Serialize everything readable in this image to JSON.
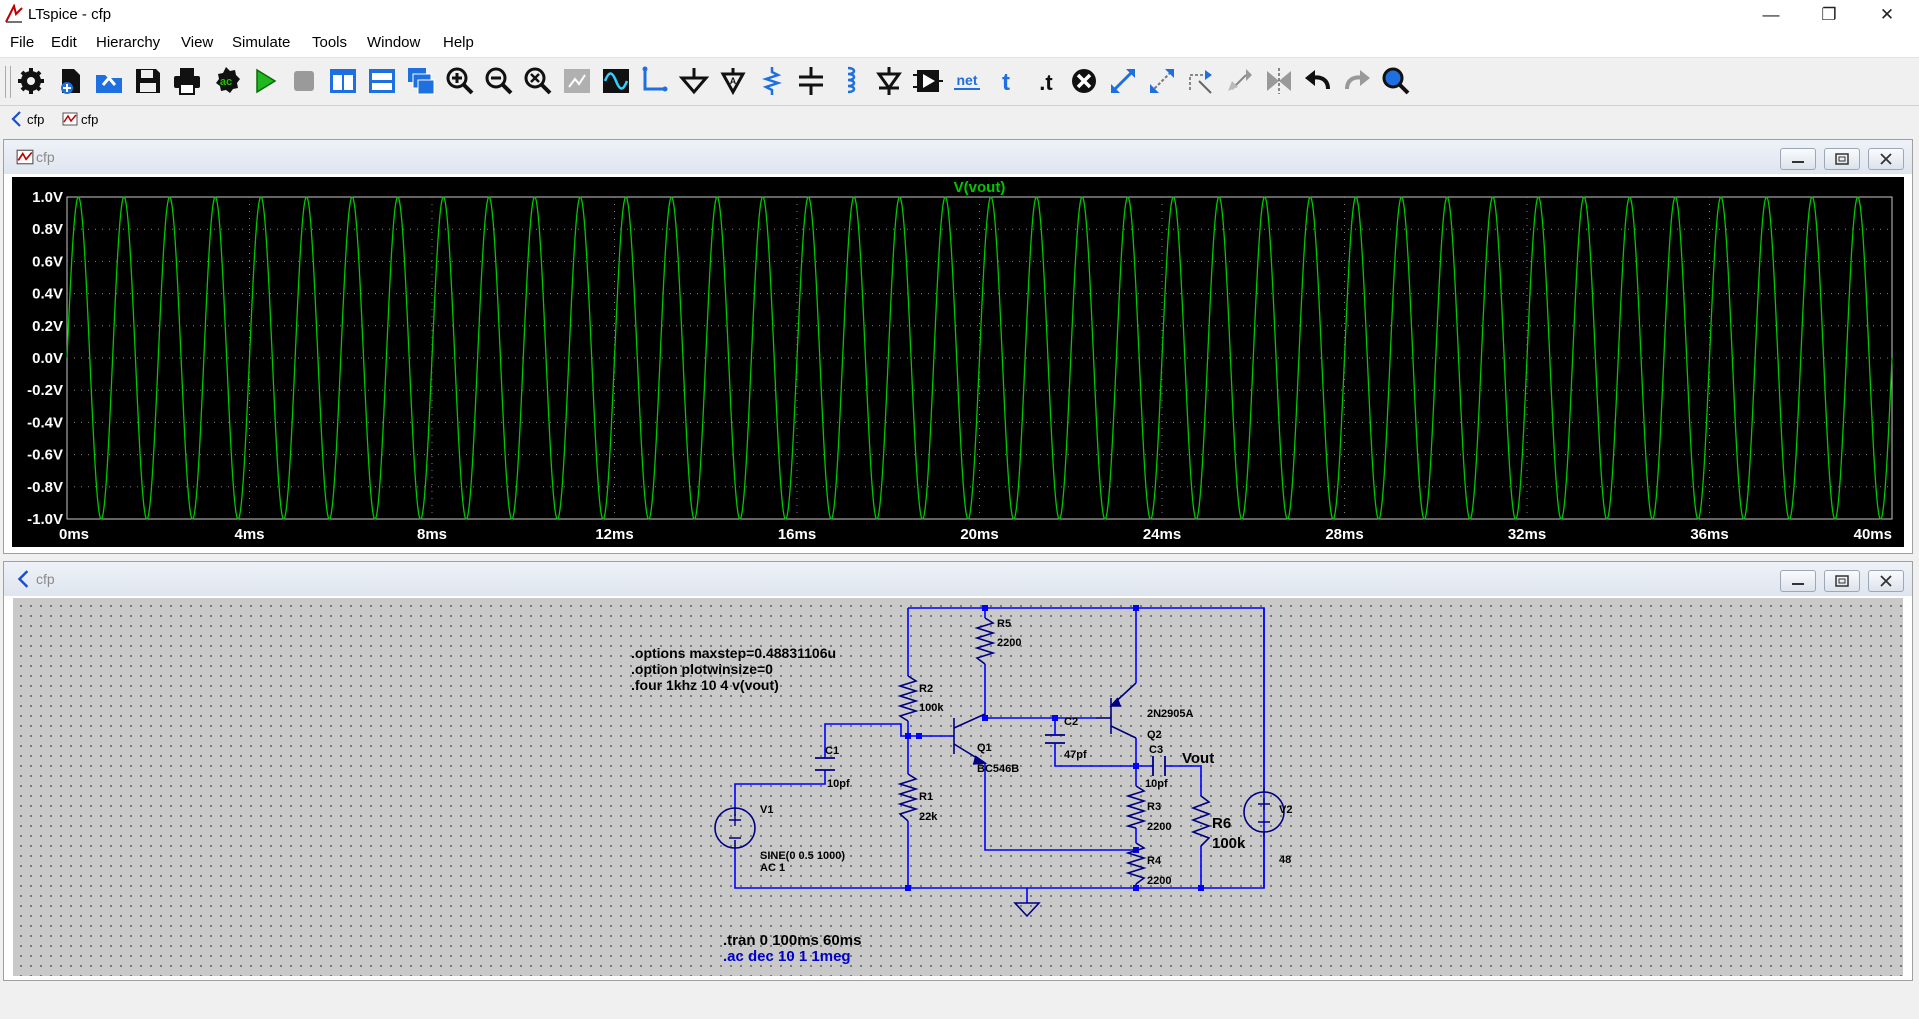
{
  "window": {
    "title": "LTspice - cfp"
  },
  "menu": [
    "File",
    "Edit",
    "Hierarchy",
    "View",
    "Simulate",
    "Tools",
    "Window",
    "Help"
  ],
  "toolbar": {
    "icons": [
      "settings-icon",
      "new-schematic-icon",
      "open-icon",
      "save-icon",
      "print-icon",
      "ac-analysis-icon",
      "run-icon",
      "halt-icon",
      "tile-vertical-icon",
      "tile-horizontal-icon",
      "cascade-icon",
      "zoom-in-icon",
      "zoom-out-icon",
      "zoom-fit-icon",
      "autorange-icon",
      "waveform-icon",
      "wire-icon",
      "ground-icon",
      "label-net-icon",
      "resistor-icon",
      "capacitor-icon",
      "inductor-icon",
      "diode-icon",
      "component-icon",
      "net-name-icon",
      "text-icon",
      "spice-directive-icon",
      "delete-icon",
      "move-icon",
      "drag-icon",
      "rotate-icon",
      "mirror-icon",
      "draw-icon",
      "undo-icon",
      "redo-icon",
      "find-icon"
    ],
    "net_label": "net",
    "text_label": "t",
    "directive_label": ".t",
    "ac_label": "ac"
  },
  "tabs": [
    {
      "label": "cfp",
      "kind": "schematic"
    },
    {
      "label": "cfp",
      "kind": "waveform"
    }
  ],
  "plot_window": {
    "title": "cfp"
  },
  "schematic_window": {
    "title": "cfp"
  },
  "chart_data": {
    "type": "line",
    "title": "V(vout)",
    "series": [
      {
        "name": "V(vout)",
        "color": "#00c800",
        "waveform": "sine",
        "amplitude": 1.0,
        "frequency_khz": 1.0
      }
    ],
    "xlim": [
      0,
      40
    ],
    "ylim": [
      -1.0,
      1.0
    ],
    "x_ticks": [
      "0ms",
      "4ms",
      "8ms",
      "12ms",
      "16ms",
      "20ms",
      "24ms",
      "28ms",
      "32ms",
      "36ms",
      "40ms"
    ],
    "y_ticks": [
      "1.0V",
      "0.8V",
      "0.6V",
      "0.4V",
      "0.2V",
      "0.0V",
      "-0.2V",
      "-0.4V",
      "-0.6V",
      "-0.8V",
      "-1.0V"
    ],
    "grid": true
  },
  "schematic": {
    "directives": [
      ".options maxstep=0.48831106u",
      ".option plotwinsize=0",
      ".four 1khz 10 4 v(vout)"
    ],
    "tran": ".tran 0 100ms 60ms",
    "ac": ".ac dec 10 1 1meg",
    "components": {
      "r5": {
        "ref": "R5",
        "value": "2200"
      },
      "r2": {
        "ref": "R2",
        "value": "100k"
      },
      "r1": {
        "ref": "R1",
        "value": "22k"
      },
      "r3": {
        "ref": "R3",
        "value": "2200"
      },
      "r4": {
        "ref": "R4",
        "value": "2200"
      },
      "r6": {
        "ref": "R6",
        "value": "100k"
      },
      "c1": {
        "ref": "C1",
        "value": "10pf"
      },
      "c2": {
        "ref": "C2",
        "value": "47pf"
      },
      "c3": {
        "ref": "C3",
        "value": "10pf"
      },
      "q1": {
        "ref": "Q1",
        "value": "BC546B"
      },
      "q2": {
        "ref": "Q2",
        "value": "2N2905A"
      },
      "v1": {
        "ref": "V1",
        "value": "SINE(0 0.5 1000)",
        "value2": "AC 1"
      },
      "v2": {
        "ref": "V2",
        "value": "48"
      }
    },
    "net_label": "Vout",
    "colors": {
      "wire": "#0000ff",
      "component": "#000080",
      "text": "#000000",
      "ac_text": "#0000cc"
    }
  }
}
